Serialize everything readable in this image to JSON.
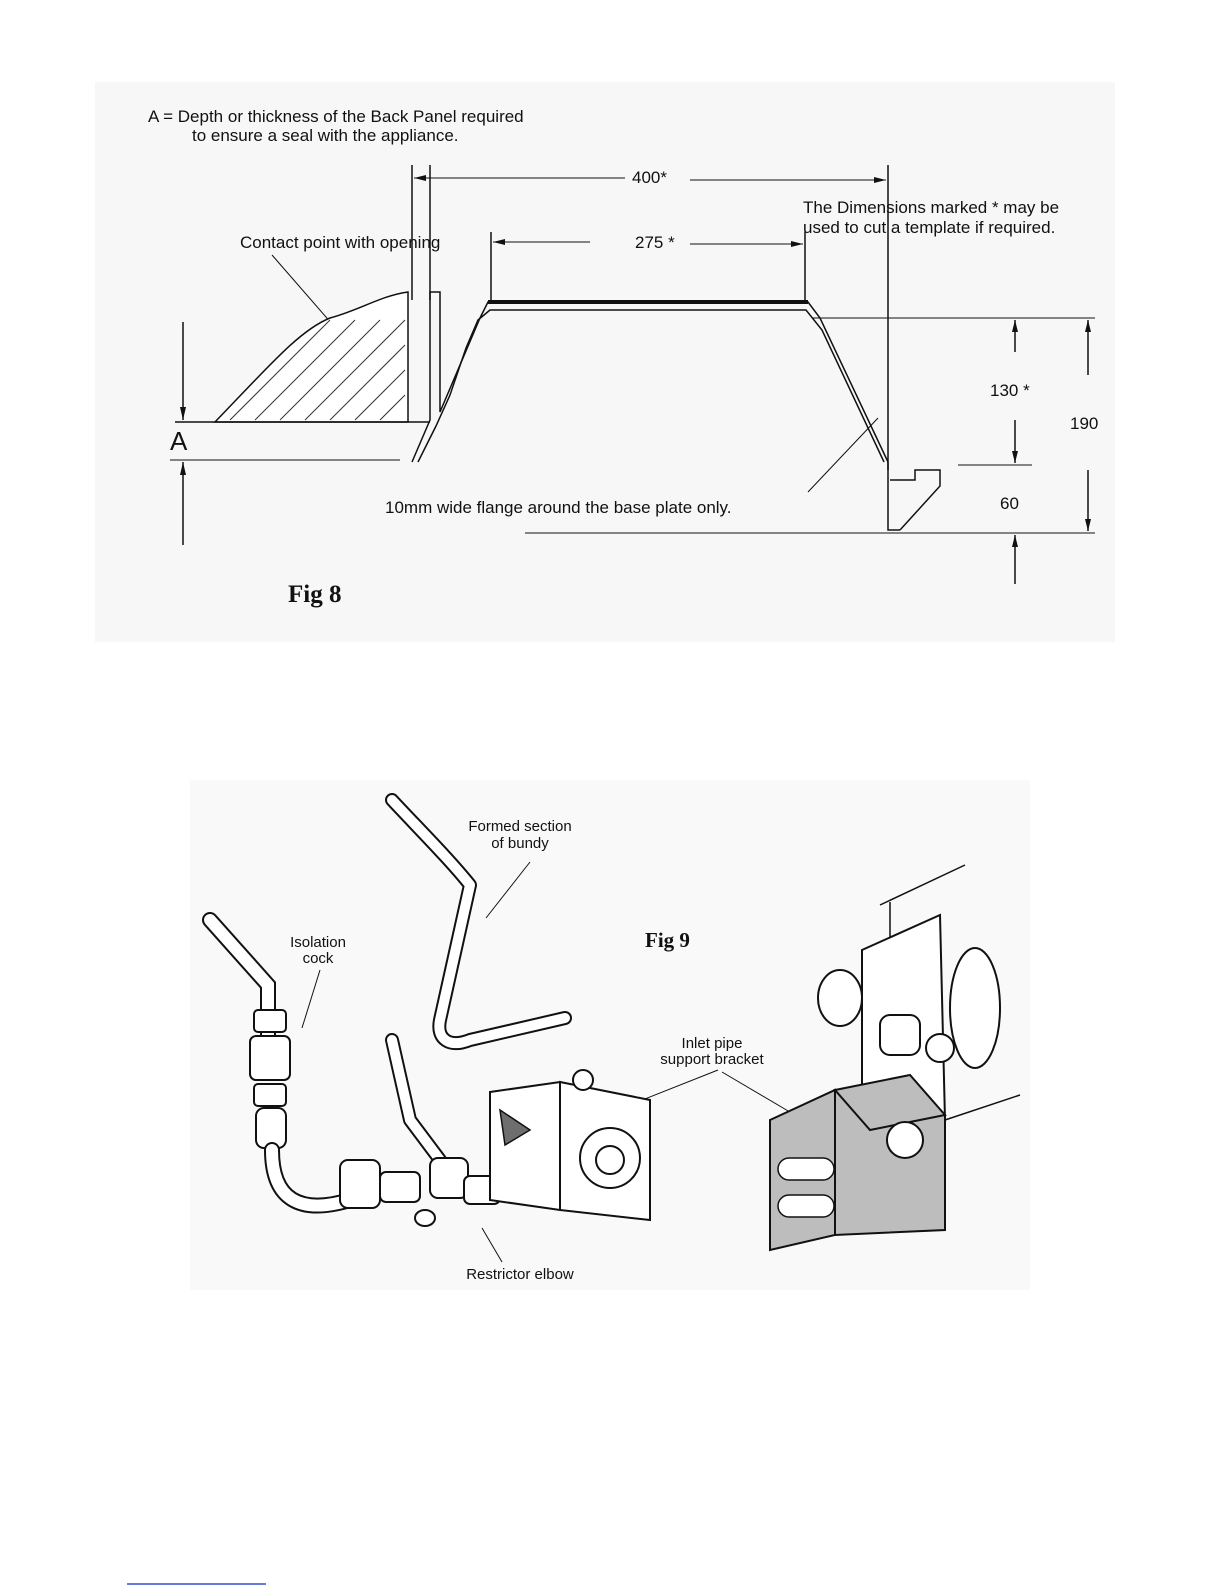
{
  "fig8": {
    "caption": "Fig 8",
    "note_a_line1": "A = Depth or thickness of the Back Panel required",
    "note_a_line2": "to ensure a seal with the appliance.",
    "dim_400": "400*",
    "dim_275": "275 *",
    "template_note_line1": "The Dimensions marked * may be",
    "template_note_line2": "used to cut a template if required.",
    "contact_label": "Contact point with opening",
    "dim_130": "130 *",
    "dim_190": "190",
    "dim_60": "60",
    "label_a": "A",
    "flange_label": "10mm wide flange around the base plate only."
  },
  "fig9": {
    "caption": "Fig 9",
    "formed_line1": "Formed section",
    "formed_line2": "of bundy",
    "isolation_line1": "Isolation",
    "isolation_line2": "cock",
    "inlet_line1": "Inlet pipe",
    "inlet_line2": "support bracket",
    "restrictor_label": "Restrictor elbow"
  },
  "colors": {
    "ink": "#111111",
    "panel": "#f7f7f7",
    "link_underline": "#3050c8"
  }
}
